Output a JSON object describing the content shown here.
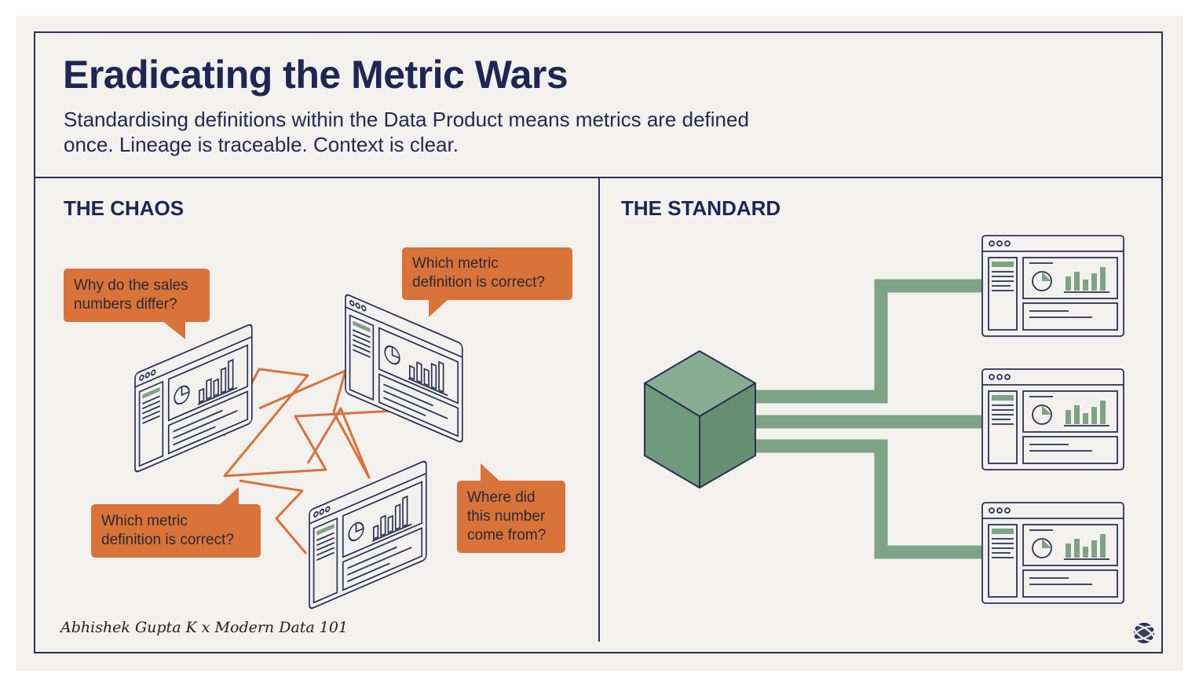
{
  "title": "Eradicating the Metric Wars",
  "subtitle": "Standardising definitions within the Data Product means metrics are defined once. Lineage is traceable. Context is clear.",
  "left_panel": {
    "heading": "THE CHAOS",
    "bubbles": [
      {
        "lines": [
          "Why do the sales",
          "numbers differ?"
        ]
      },
      {
        "lines": [
          "Which metric",
          "definition is correct?"
        ]
      },
      {
        "lines": [
          "Which metric",
          "definition is correct?"
        ]
      },
      {
        "lines": [
          "Where did",
          "this number",
          "come from?"
        ]
      }
    ]
  },
  "right_panel": {
    "heading": "THE STANDARD"
  },
  "credit": "Abhishek Gupta K x Modern Data 101",
  "colors": {
    "navy": "#1f2554",
    "orange": "#d9733a",
    "green": "#7fa386",
    "cube_green": "#6f9a7c",
    "background": "#f3f1ee"
  },
  "icons": [
    "dashboard-icon",
    "cube-icon",
    "globe-logo-icon"
  ]
}
